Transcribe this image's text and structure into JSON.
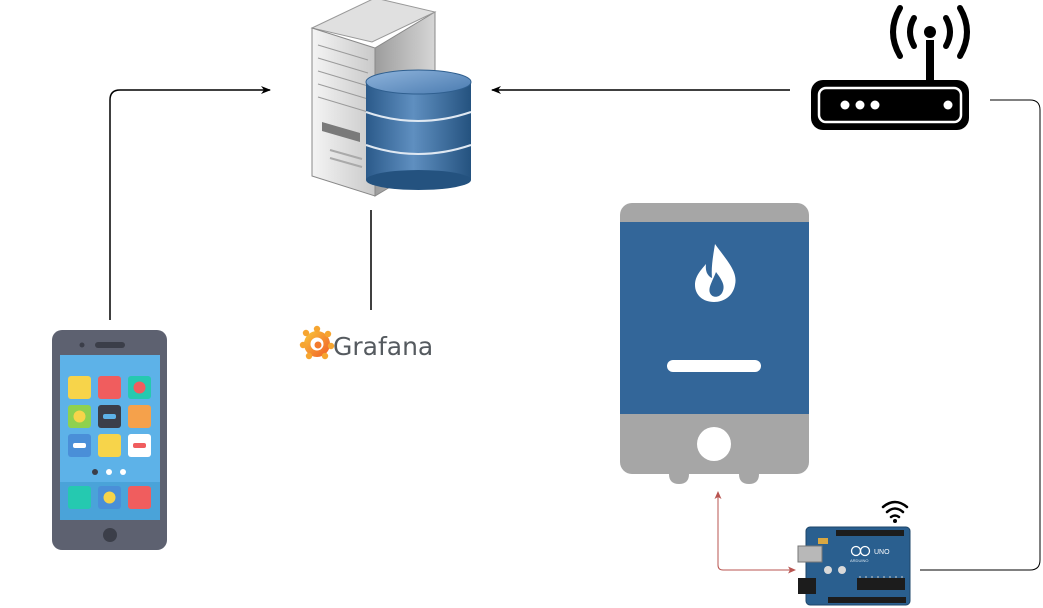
{
  "nodes": {
    "server": {
      "icon": "server-database-icon"
    },
    "router": {
      "icon": "wifi-router-icon"
    },
    "phone": {
      "icon": "smartphone-icon"
    },
    "grafana": {
      "icon": "grafana-logo-icon",
      "label": "Grafana"
    },
    "heater": {
      "icon": "gas-water-heater-icon"
    },
    "arduino": {
      "icon": "arduino-board-icon",
      "board_text": "UNO",
      "board_small": "ARDUINO"
    },
    "wifi_badge": {
      "icon": "wifi-signal-icon"
    }
  },
  "colors": {
    "connector": "#000000",
    "sensor_link": "#b85450",
    "heater_blue": "#336699",
    "heater_gray": "#a6a6a6",
    "board_blue": "#2a5f8f",
    "phone_body": "#5d6170",
    "phone_screen": "#5db2e8"
  }
}
